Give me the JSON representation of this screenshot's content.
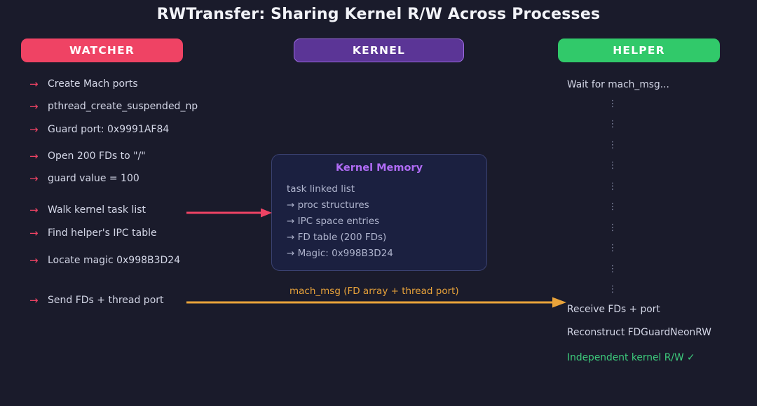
{
  "page": {
    "title": "RWTransfer: Sharing Kernel R/W Across Processes",
    "background_color": "#1a1b2b"
  },
  "lanes": {
    "watcher": {
      "label": "WATCHER",
      "color": "#ef4364",
      "steps": [
        {
          "arrow": "→",
          "text": "Create Mach ports"
        },
        {
          "arrow": "→",
          "text": "pthread_create_suspended_np"
        },
        {
          "arrow": "→",
          "text": "Guard port: 0x9991AF84"
        },
        {
          "arrow": "→",
          "text": "Open 200 FDs to \"/\""
        },
        {
          "arrow": "→",
          "text": "guard value = 100"
        },
        {
          "arrow": "→",
          "text": "Walk kernel task list"
        },
        {
          "arrow": "→",
          "text": "Find helper's IPC table"
        },
        {
          "arrow": "→",
          "text": "Locate magic 0x998B3D24"
        },
        {
          "arrow": "→",
          "text": "Send FDs + thread port"
        }
      ]
    },
    "kernel": {
      "label": "KERNEL",
      "color": "#5b3596",
      "border_color": "#9a6ade",
      "box": {
        "title": "Kernel Memory",
        "title_color": "#b06cf5",
        "lines": [
          "task linked list",
          "→ proc structures",
          "→ IPC space entries",
          "→ FD table (200 FDs)",
          "→ Magic: 0x998B3D24"
        ]
      }
    },
    "helper": {
      "label": "HELPER",
      "color": "#31c96a",
      "steps": [
        {
          "text": "Wait for mach_msg...",
          "status": "normal"
        },
        {
          "text": "Receive FDs + port",
          "status": "normal"
        },
        {
          "text": "Reconstruct FDGuardNeonRW",
          "status": "normal"
        },
        {
          "text": "Independent kernel R/W ✓",
          "status": "ok"
        }
      ],
      "lifeline_glyph": "⋮",
      "lifeline_color": "#868ba6"
    }
  },
  "arrows": {
    "walk_to_kernel": {
      "name": "watcher-to-kernel-arrow",
      "color": "#ef4364",
      "label": ""
    },
    "mach_msg": {
      "name": "mach-msg-arrow",
      "color": "#e9a33a",
      "label": "mach_msg (FD array + thread port)"
    }
  }
}
